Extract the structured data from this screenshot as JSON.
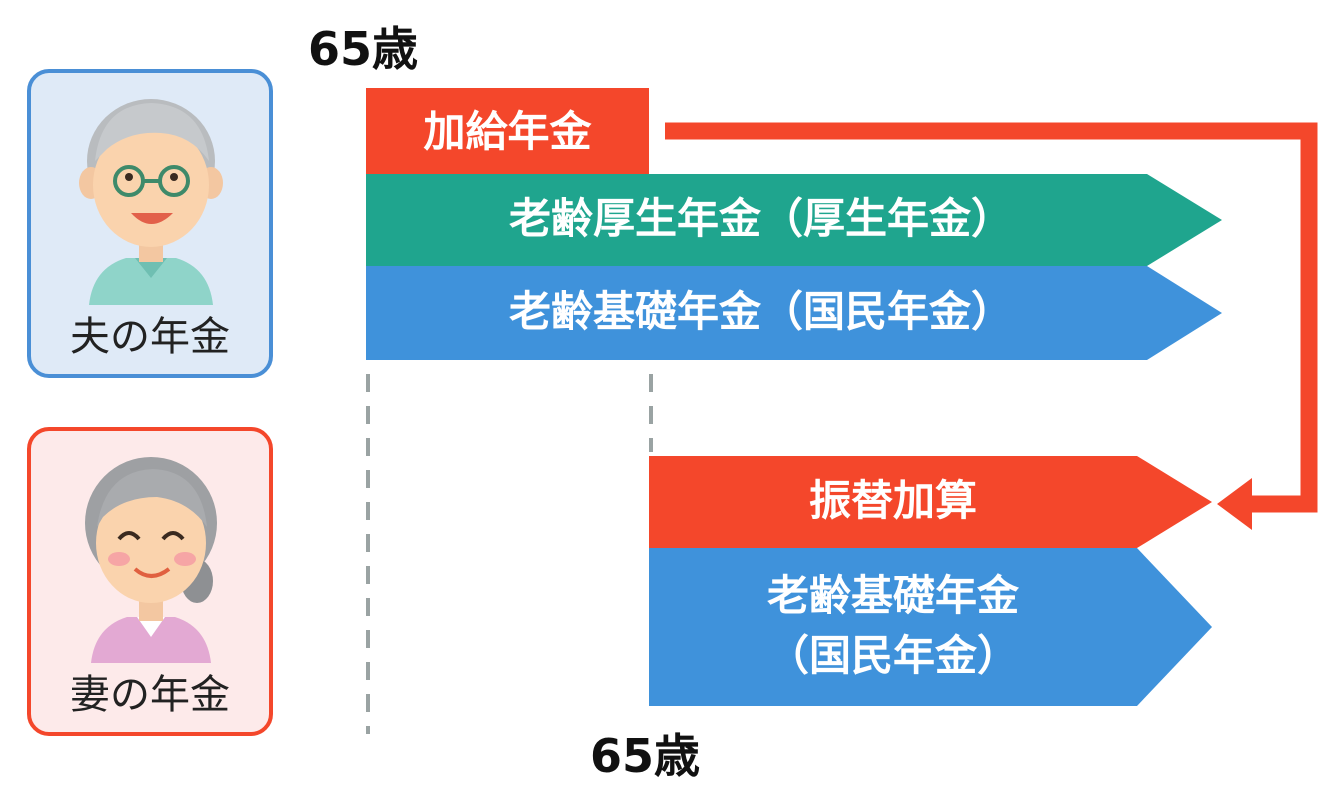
{
  "husband": {
    "age_label": "65歳",
    "card_label": "夫の年金",
    "bars": {
      "kakyu": "加給年金",
      "kosei": "老齢厚生年金（厚生年金）",
      "kiso": "老齢基礎年金（国民年金）"
    }
  },
  "wife": {
    "age_label": "65歳",
    "card_label": "妻の年金",
    "bars": {
      "furikae": "振替加算",
      "kiso_line1": "老齢基礎年金",
      "kiso_line2": "（国民年金）"
    }
  },
  "colors": {
    "red": "#f4472b",
    "green": "#1fa58e",
    "blue": "#3f92db",
    "dash": "#9aa3a3",
    "husband_card_bg": "#dfeaf7",
    "husband_card_border": "#4a8fd6",
    "wife_card_bg": "#fdeaea",
    "wife_card_border": "#f4472b"
  }
}
